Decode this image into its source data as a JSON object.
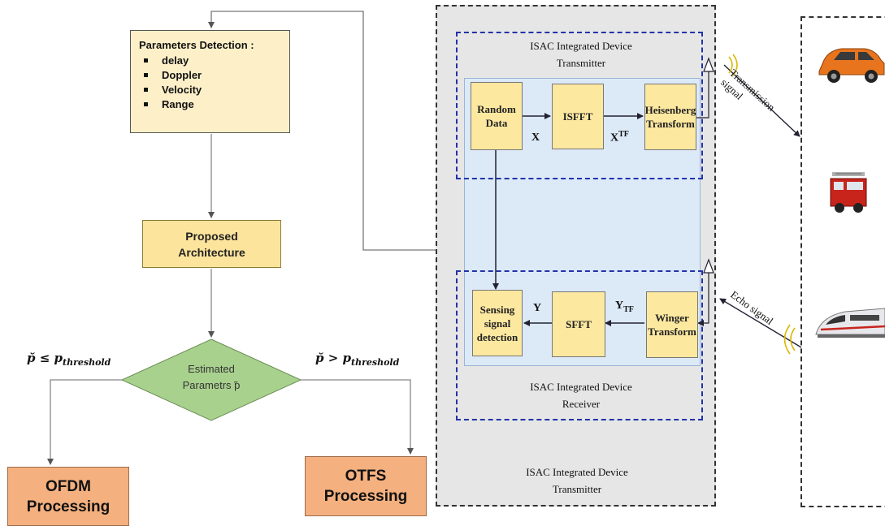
{
  "params": {
    "title": "Parameters Detection :",
    "items": [
      "delay",
      "Doppler",
      "Velocity",
      "Range"
    ]
  },
  "architecture": {
    "label": "Proposed Architecture"
  },
  "decision": {
    "line1": "Estimated",
    "line2": "Parametrs ̃p"
  },
  "conditions": {
    "left": "p̆ ≤ p",
    "left_sub": "threshold",
    "right": "p̆ > p",
    "right_sub": "threshold"
  },
  "ofdm": {
    "line1": "OFDM",
    "line2": "Processing"
  },
  "otfs": {
    "line1": "OTFS",
    "line2": "Processing"
  },
  "isac": {
    "tx_title_1": "ISAC Integrated Device",
    "tx_title_2": "Transmitter",
    "rx_title_1": "ISAC Integrated Device",
    "rx_title_2": "Receiver",
    "bottom_title_1": "ISAC Integrated Device",
    "bottom_title_2": "Transmitter"
  },
  "blocks": {
    "random_data": "Random Data",
    "isfft": "ISFFT",
    "heisenberg": "Heisenberg Transform",
    "sensing": "Sensing signal detection",
    "sfft": "SFFT",
    "winger": "Winger Transform"
  },
  "signals": {
    "x": "X",
    "xtf": "X",
    "xtf_sup": "TF",
    "y": "Y",
    "ytf": "Y",
    "ytf_sub": "TF"
  },
  "links": {
    "transmission": "Transmission signal",
    "echo": "Echo signal"
  },
  "targets": [
    "car-icon",
    "fire-truck-icon",
    "train-icon"
  ]
}
